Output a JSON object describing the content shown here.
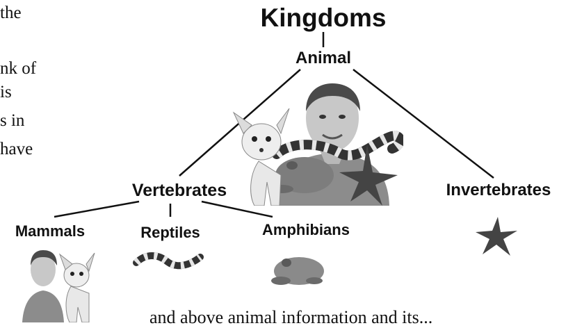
{
  "left_text_fragments": [
    "the",
    "nk of",
    "is",
    "s in",
    "have"
  ],
  "diagram": {
    "title": "Kingdoms",
    "root": "Animal",
    "branches": {
      "vertebrates": "Vertebrates",
      "invertebrates": "Invertebrates"
    },
    "vertebrate_classes": {
      "mammals": "Mammals",
      "reptiles": "Reptiles",
      "amphibians": "Amphibians"
    },
    "line_color": "#111111"
  },
  "bottom_text": "and above animal information and its..."
}
